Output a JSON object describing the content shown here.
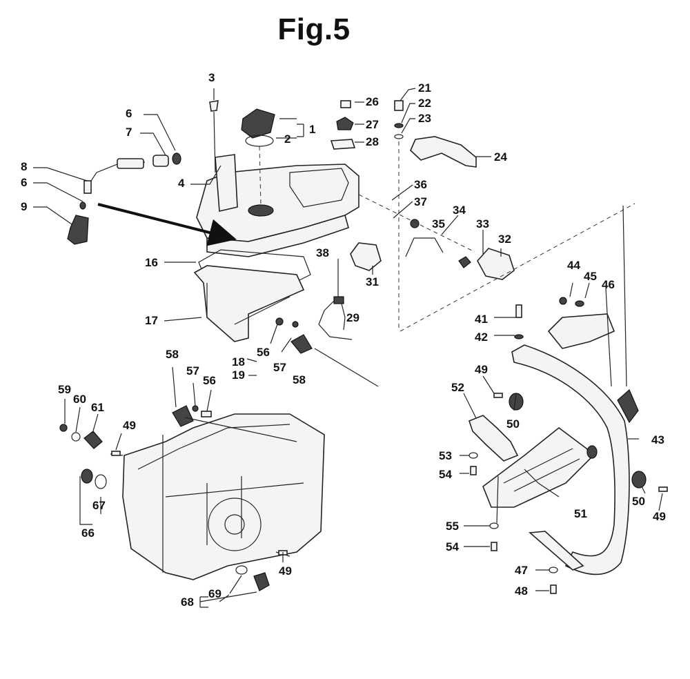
{
  "figure": {
    "title": "Fig.5"
  },
  "callouts": {
    "c1": "1",
    "c2": "2",
    "c3": "3",
    "c4": "4",
    "c6a": "6",
    "c6b": "6",
    "c7": "7",
    "c8": "8",
    "c9": "9",
    "c16": "16",
    "c17": "17",
    "c18": "18",
    "c19": "19",
    "c21": "21",
    "c22": "22",
    "c23": "23",
    "c24": "24",
    "c26": "26",
    "c27": "27",
    "c28": "28",
    "c29": "29",
    "c31": "31",
    "c32": "32",
    "c33": "33",
    "c34": "34",
    "c35": "35",
    "c36": "36",
    "c37": "37",
    "c38": "38",
    "c41": "41",
    "c42": "42",
    "c43": "43",
    "c44": "44",
    "c45": "45",
    "c46": "46",
    "c47": "47",
    "c48": "48",
    "c49a": "49",
    "c49b": "49",
    "c49c": "49",
    "c49d": "49",
    "c50a": "50",
    "c50b": "50",
    "c51": "51",
    "c52": "52",
    "c53": "53",
    "c54a": "54",
    "c54b": "54",
    "c55": "55",
    "c56a": "56",
    "c56b": "56",
    "c57a": "57",
    "c57b": "57",
    "c58a": "58",
    "c58b": "58",
    "c59": "59",
    "c60": "60",
    "c61": "61",
    "c66": "66",
    "c67": "67",
    "c68": "68",
    "c69": "69"
  }
}
